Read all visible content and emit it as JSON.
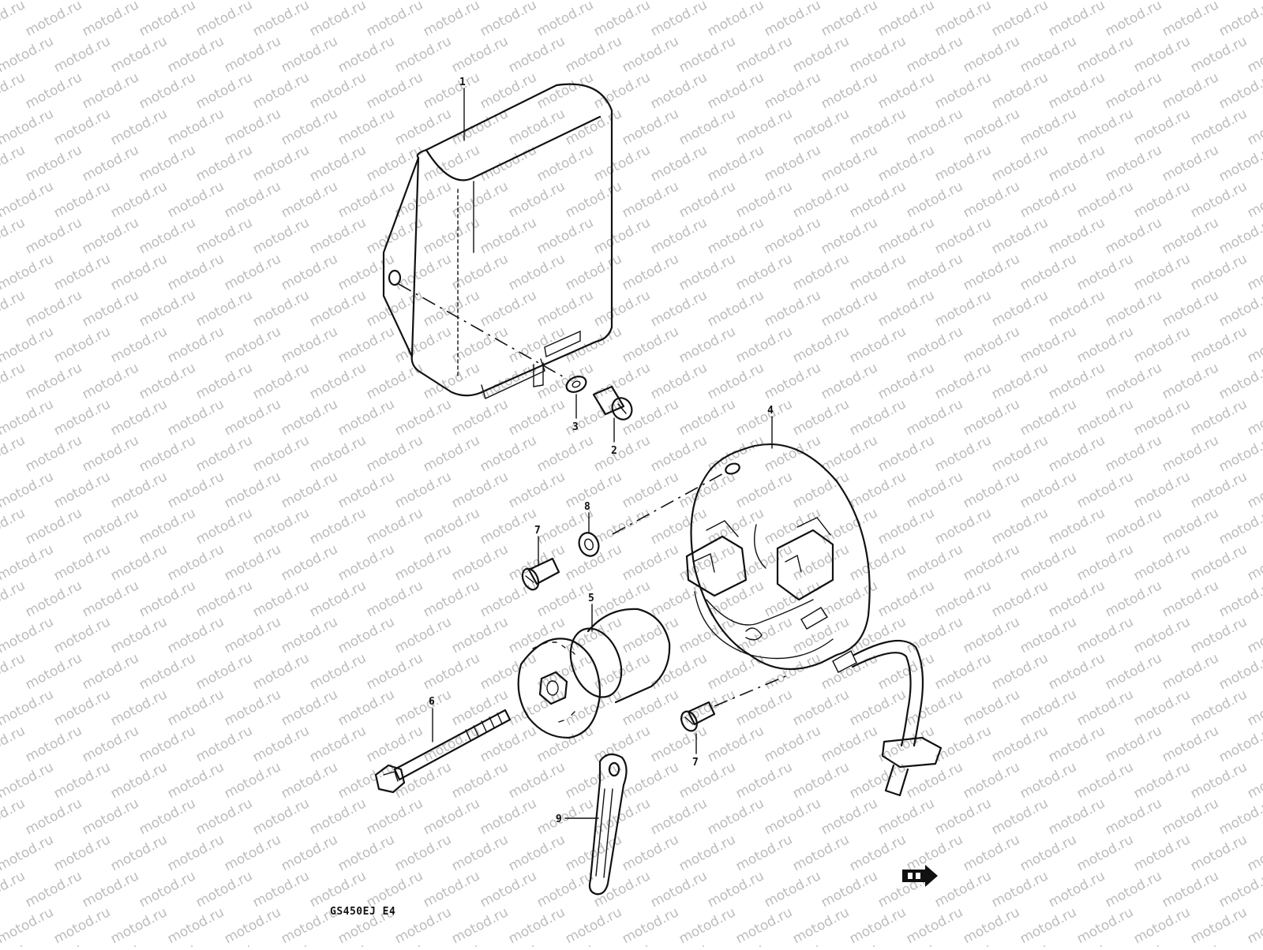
{
  "watermark": {
    "text": "motod.ru"
  },
  "footer": {
    "model_code": "GS450EJ  E4"
  },
  "callouts": [
    {
      "id": "callout-1",
      "number": "1"
    },
    {
      "id": "callout-2",
      "number": "2"
    },
    {
      "id": "callout-3",
      "number": "3"
    },
    {
      "id": "callout-4",
      "number": "4"
    },
    {
      "id": "callout-5",
      "number": "5"
    },
    {
      "id": "callout-6",
      "number": "6"
    },
    {
      "id": "callout-7a",
      "number": "7"
    },
    {
      "id": "callout-7b",
      "number": "7"
    },
    {
      "id": "callout-8",
      "number": "8"
    },
    {
      "id": "callout-9",
      "number": "9"
    }
  ],
  "icons": {
    "forward_indicator": "forward-arrow-icon"
  },
  "colors": {
    "ink": "#111111",
    "watermark": "#bcbcbc",
    "background": "#ffffff"
  }
}
